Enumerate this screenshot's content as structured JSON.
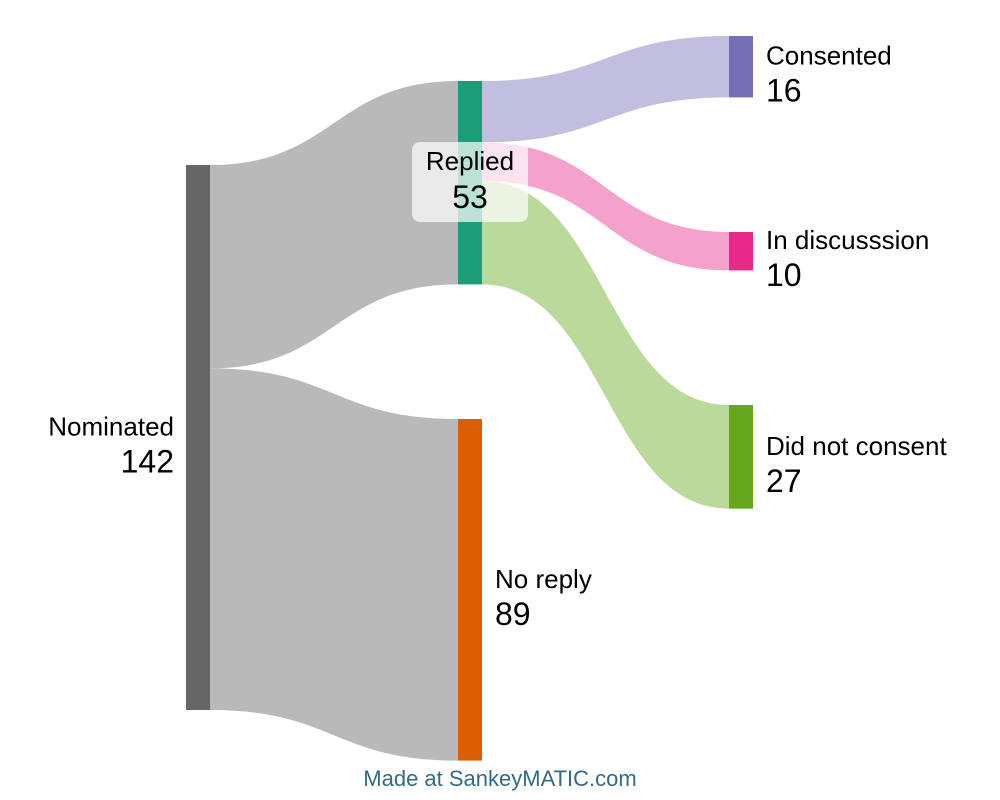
{
  "chart_data": {
    "type": "sankey",
    "nodes": [
      {
        "id": "nominated",
        "name": "Nominated",
        "value": 142,
        "color": "#666666"
      },
      {
        "id": "replied",
        "name": "Replied",
        "value": 53,
        "color": "#1b9e77"
      },
      {
        "id": "no-reply",
        "name": "No reply",
        "value": 89,
        "color": "#d95f02"
      },
      {
        "id": "consented",
        "name": "Consented",
        "value": 16,
        "color": "#7570b3"
      },
      {
        "id": "in-discussion",
        "name": "In discusssion",
        "value": 10,
        "color": "#e7298a"
      },
      {
        "id": "did-not-consent",
        "name": "Did not consent",
        "value": 27,
        "color": "#66a61e"
      }
    ],
    "links": [
      {
        "source": "nominated",
        "target": "replied",
        "value": 53,
        "color": "#b9b9b9"
      },
      {
        "source": "nominated",
        "target": "no-reply",
        "value": 89,
        "color": "#b9b9b9"
      },
      {
        "source": "replied",
        "target": "consented",
        "value": 16,
        "color": "#c2bedf"
      },
      {
        "source": "replied",
        "target": "in-discussion",
        "value": 10,
        "color": "#f4a1cb"
      },
      {
        "source": "replied",
        "target": "did-not-consent",
        "value": 27,
        "color": "#bbd99b"
      }
    ]
  },
  "credit": "Made at SankeyMATIC.com"
}
